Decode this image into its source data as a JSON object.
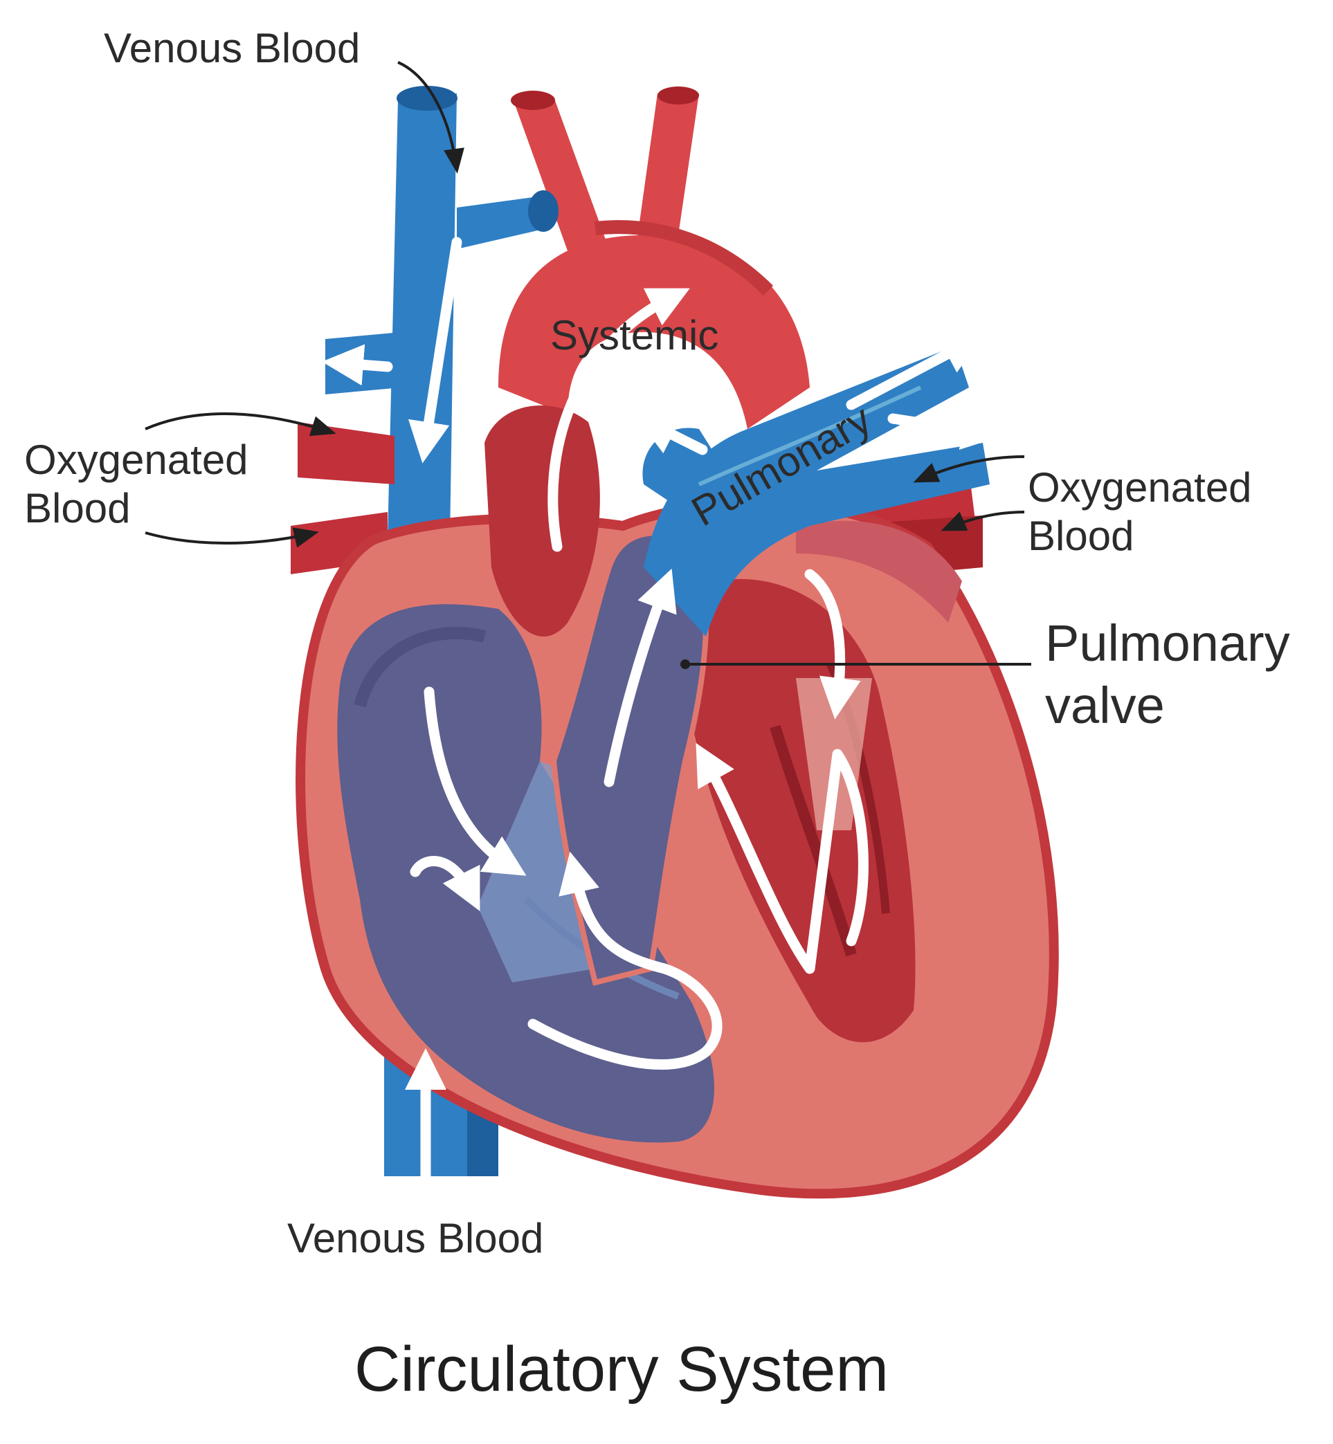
{
  "labels": {
    "venous_top": "Venous Blood",
    "venous_bottom": "Venous Blood",
    "oxygenated_left_line1": "Oxygenated",
    "oxygenated_left_line2": "Blood",
    "oxygenated_right_line1": "Oxygenated",
    "oxygenated_right_line2": "Blood",
    "pulmonary_valve_line1": "Pulmonary",
    "pulmonary_valve_line2": "valve",
    "systemic": "Systemic",
    "pulmonary": "Pulmonary"
  },
  "title": "Circulatory System",
  "colors": {
    "venous_blue": "#2f7fc4",
    "vein_dark_blue": "#1e5f9e",
    "arterial_red": "#d9474b",
    "arterial_dark_red": "#a8242a",
    "heart_wall": "#e0776f",
    "right_chamber_purple": "#5d5f8e",
    "flow_arrow": "#ffffff"
  }
}
